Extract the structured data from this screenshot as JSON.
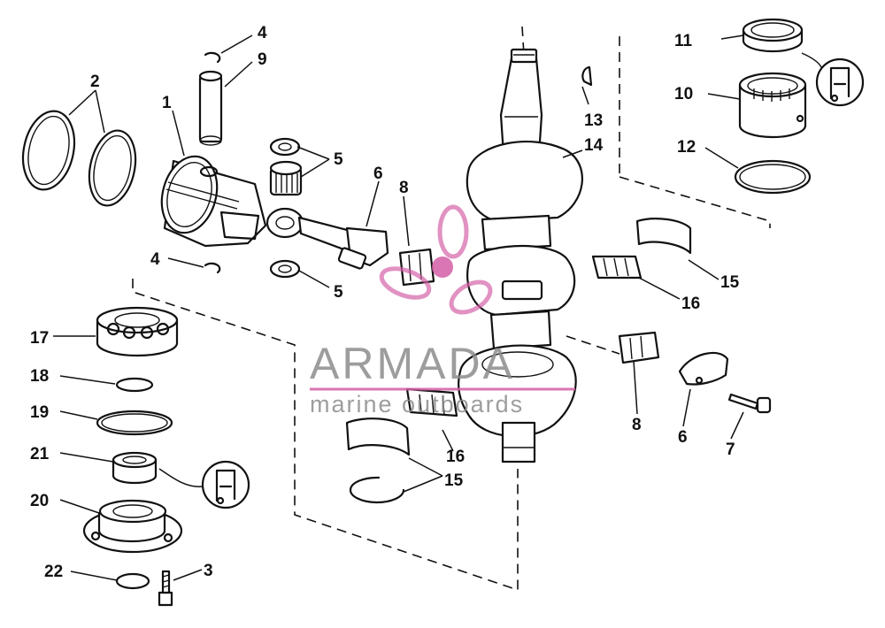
{
  "watermark": {
    "title": "ARMADA",
    "subtitle": "marine outboards",
    "color": "#8c8c8c",
    "accent": "#d35fa6",
    "icon": "propeller-logo-icon"
  },
  "callouts": [
    {
      "id": "c1",
      "label": "1"
    },
    {
      "id": "c2",
      "label": "2"
    },
    {
      "id": "c3",
      "label": "3"
    },
    {
      "id": "c4a",
      "label": "4"
    },
    {
      "id": "c4b",
      "label": "4"
    },
    {
      "id": "c5a",
      "label": "5"
    },
    {
      "id": "c5b",
      "label": "5"
    },
    {
      "id": "c6a",
      "label": "6"
    },
    {
      "id": "c6b",
      "label": "6"
    },
    {
      "id": "c7",
      "label": "7"
    },
    {
      "id": "c8a",
      "label": "8"
    },
    {
      "id": "c8b",
      "label": "8"
    },
    {
      "id": "c9",
      "label": "9"
    },
    {
      "id": "c10",
      "label": "10"
    },
    {
      "id": "c11",
      "label": "11"
    },
    {
      "id": "c12",
      "label": "12"
    },
    {
      "id": "c13",
      "label": "13"
    },
    {
      "id": "c14",
      "label": "14"
    },
    {
      "id": "c15a",
      "label": "15"
    },
    {
      "id": "c15b",
      "label": "15"
    },
    {
      "id": "c16a",
      "label": "16"
    },
    {
      "id": "c16b",
      "label": "16"
    },
    {
      "id": "c17",
      "label": "17"
    },
    {
      "id": "c18",
      "label": "18"
    },
    {
      "id": "c19",
      "label": "19"
    },
    {
      "id": "c20",
      "label": "20"
    },
    {
      "id": "c21",
      "label": "21"
    },
    {
      "id": "c22",
      "label": "22"
    }
  ],
  "icons": [
    "grease-point-icon",
    "grease-point-icon"
  ]
}
